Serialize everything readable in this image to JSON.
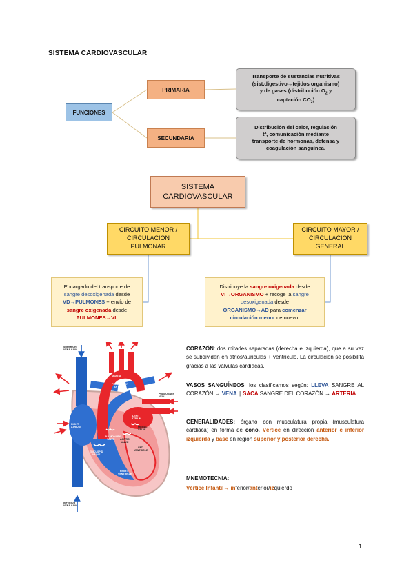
{
  "title": "SISTEMA CARDIOVASCULAR",
  "funciones": {
    "label": "FUNCIONES",
    "primaria": {
      "label": "PRIMARIA",
      "desc_a": "Transporte de sustancias nutritivas",
      "desc_b": "(sist.digestivo→tejidos organismo)",
      "desc_c": "y de gases (distribución O",
      "o2_sub": "2",
      "desc_d": " y",
      "desc_e": "captación CO",
      "co2_sub": "2",
      "desc_f": ")"
    },
    "secundaria": {
      "label": "SECUNDARIA",
      "desc_a": "Distribución del calor, regulación",
      "desc_b": "tª, comunicación mediante",
      "desc_c": "transporte de hormonas, defensa y",
      "desc_d": "coagulación sanguínea."
    }
  },
  "sistema": {
    "line1": "SISTEMA",
    "line2": "CARDIOVASCULAR"
  },
  "menor": {
    "line1": "CIRCUITO MENOR /",
    "line2": "CIRCULACIÓN",
    "line3": "PULMONAR",
    "desc": {
      "t1": "Encargado del transporte de",
      "t2": "sangre desoxigenada",
      "t3": " desde",
      "t4": "VD→PULMONES",
      "t5": " + envío de",
      "t6": "sangre oxigenada",
      "t7": " desde",
      "t8": "PULMONES→VI."
    }
  },
  "mayor": {
    "line1": "CIRCUITO MAYOR /",
    "line2": "CIRCULACIÓN",
    "line3": "GENERAL",
    "desc": {
      "t1": "Distribuye la ",
      "t2": "sangre oxigenada",
      "t3": " desde",
      "t4": "VI→ORGANISMO",
      "t5": " + recoge la ",
      "t6": "sangre",
      "t7": "desoxigenada",
      "t8": " desde",
      "t9": "ORGANISMO→AD",
      "t10": " para ",
      "t11": "comenzar",
      "t12": "circulación menor",
      "t13": " de nuevo."
    }
  },
  "heart": {
    "labels": {
      "svc_1": "SUPERIOR",
      "svc_2": "VENA CAVA",
      "aorta": "AORTA",
      "pa_1": "PULMONARY",
      "pa_2": "ARTERY",
      "pv_1": "PULMONARY",
      "pv_2": "VEIN",
      "la_1": "LEFT",
      "la_2": "ATRIUM",
      "ra_1": "RIGHT",
      "ra_2": "ATRIUM",
      "pvalve_1": "PULMONARY",
      "pvalve_2": "VALVE",
      "mitral_1": "MITRAL",
      "mitral_2": "VALVE",
      "avalve_1": "AORTIC",
      "avalve_2": "VALVE",
      "lv_1": "LEFT",
      "lv_2": "VENTRICLE",
      "tv_1": "TRICUSPID",
      "tv_2": "VALVE",
      "rv_1": "RIGHT",
      "rv_2": "VENTRICLE",
      "ivc_1": "INFERIOR",
      "ivc_2": "VENA CAVA"
    },
    "colors": {
      "oxygenated": "#e8262b",
      "deoxygenated": "#1f5fbf"
    }
  },
  "corazon": {
    "label": "CORAZÓN",
    "text": ": dos mitades separadas (derecha e izquierda), que a su vez se subdividen en atrios/aurículas + ventrículo. La circulación se posibilita gracias a las válvulas cardíacas."
  },
  "vasos": {
    "label": "VASOS SANGUÍNEOS",
    "t1": ", los clasificamos según: ",
    "lleva": "LLEVA",
    "t2": " SANGRE AL CORAZÓN → ",
    "vena": "VENA",
    "t3": " || ",
    "saca": "SACA",
    "t4": " SANGRE DEL CORAZÓN → ",
    "arteria": "ARTERIA"
  },
  "generalidades": {
    "label": "GENERALIDADES:",
    "t1": " órgano con musculatura propia (musculatura cardiaca) en forma de ",
    "cono": "cono.",
    "t2": " ",
    "vertice": "Vértice",
    "t3": " en dirección ",
    "anterior": "anterior e inferior izquierda",
    "t4": " y ",
    "base": "base",
    "t5": " en región ",
    "superior": "superior y posterior derecha."
  },
  "mnemotecnia": {
    "label": "MNEMOTECNIA:",
    "a": "Vértice Infantil→ ",
    "b": "in",
    "c": "ferior/",
    "d": "ant",
    "e": "erior/",
    "f": "iz",
    "g": "quierdo"
  },
  "page_number": "1"
}
